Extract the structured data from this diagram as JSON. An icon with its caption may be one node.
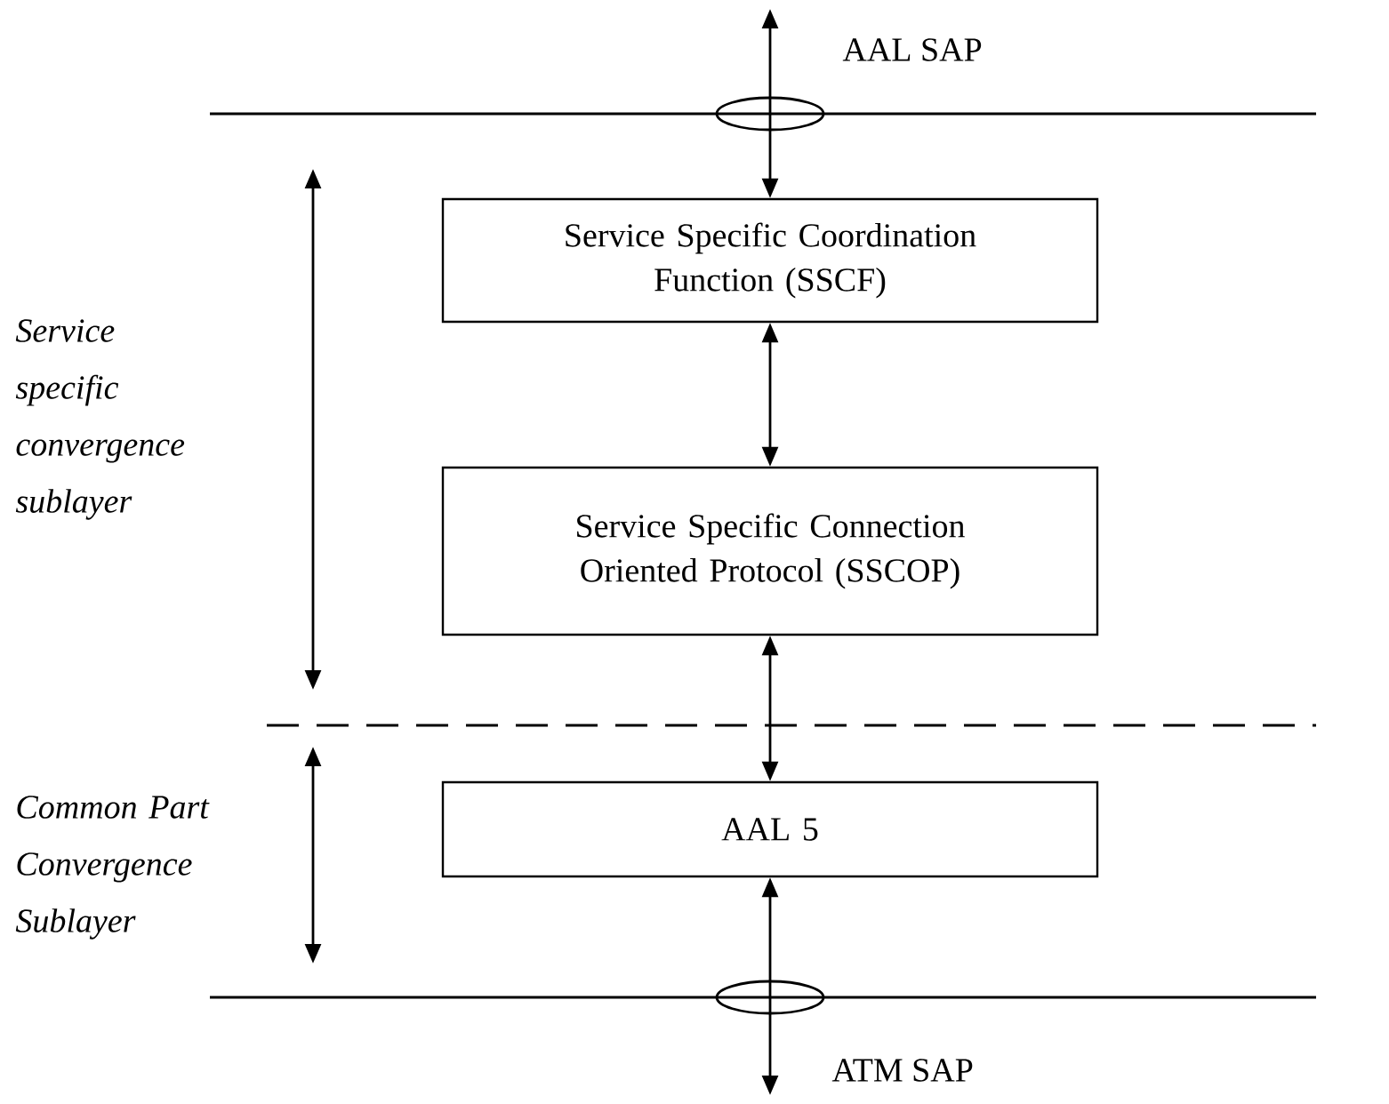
{
  "diagram": {
    "nodes": [
      {
        "text": [],
        "shape": "ellipse",
        "beside": [
          "AAL SAP"
        ]
      },
      {
        "text": [
          "Service Specific Coordination Function (SSCF)"
        ]
      },
      {
        "text": [
          "Service Specific Connection Oriented Protocol (SSCOP)"
        ]
      },
      {
        "text": [
          "AAL 5"
        ]
      },
      {
        "text": [],
        "shape": "ellipse",
        "beside": [
          "ATM SAP"
        ]
      }
    ],
    "edges": [
      {
        "from": null,
        "to": 1,
        "arrow": "both"
      },
      {
        "from": 1,
        "to": 2,
        "arrow": "both"
      },
      {
        "from": 2,
        "to": 3,
        "arrow": "both"
      },
      {
        "from": 3,
        "to": null,
        "arrow": "both"
      }
    ],
    "labels": [
      "Service specific convergence sublayer",
      "Common Part Convergence Sublayer"
    ]
  }
}
